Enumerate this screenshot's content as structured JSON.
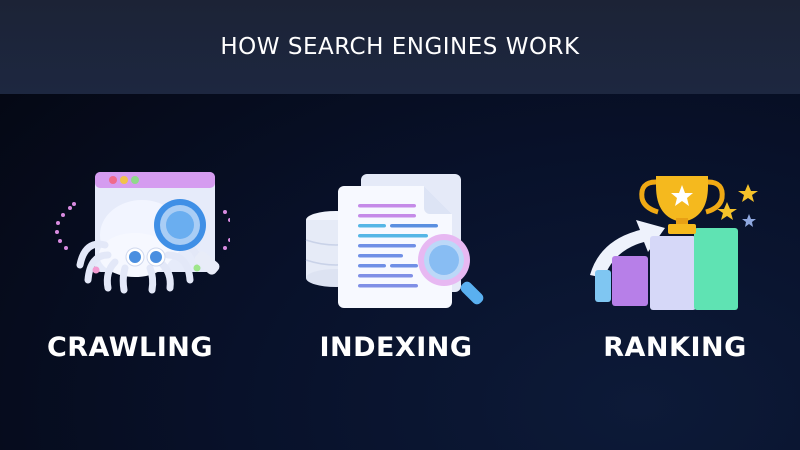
{
  "header": {
    "title": "HOW SEARCH ENGINES WORK"
  },
  "steps": [
    {
      "label": "CRAWLING",
      "icon": "spider-browser-magnifier-icon"
    },
    {
      "label": "INDEXING",
      "icon": "documents-database-magnifier-icon"
    },
    {
      "label": "RANKING",
      "icon": "trophy-bar-chart-icon"
    }
  ],
  "colors": {
    "header_bg": "#1d2740",
    "background": "#08112a",
    "text": "#ffffff",
    "accent_purple": "#c98be8",
    "accent_blue": "#4a8fe0",
    "accent_gold": "#f2b520",
    "accent_green": "#5fe3b3"
  }
}
